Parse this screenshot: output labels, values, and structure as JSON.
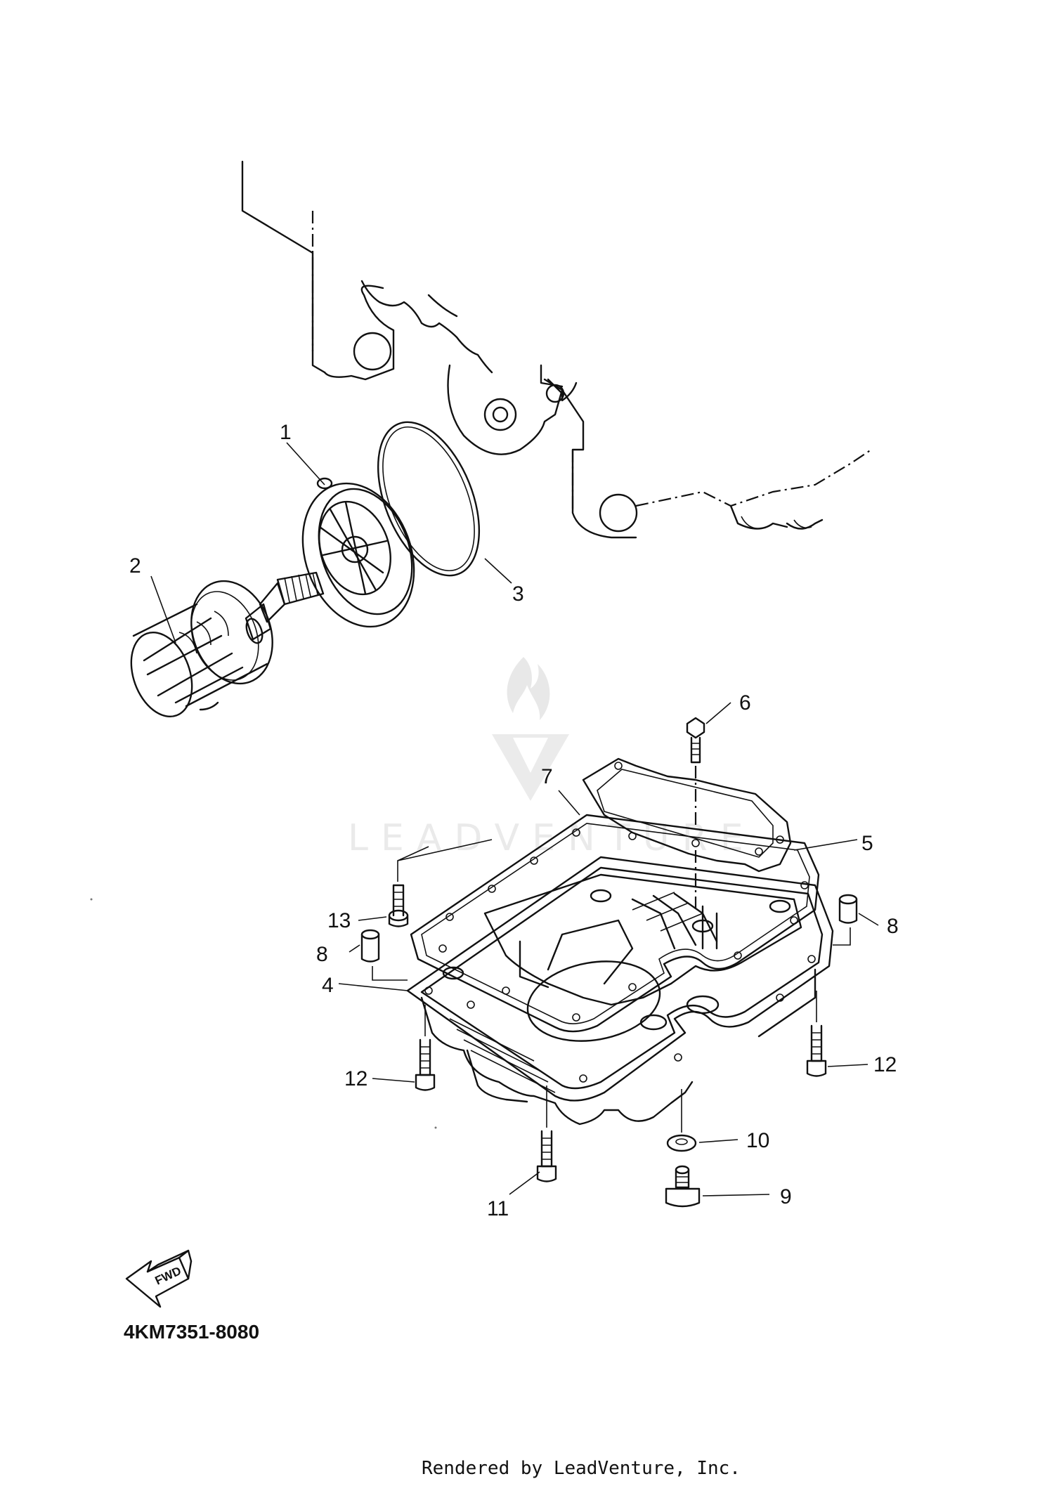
{
  "diagram": {
    "callouts": {
      "c1": "1",
      "c2": "2",
      "c3": "3",
      "c4": "4",
      "c5": "5",
      "c6": "6",
      "c7": "7",
      "c8a": "8",
      "c8b": "8",
      "c9": "9",
      "c10": "10",
      "c11": "11",
      "c12a": "12",
      "c12b": "12",
      "c13": "13"
    },
    "fwd_label": "FWD",
    "part_number": "4KM7351-8080",
    "watermark": "LEADVENTURE",
    "footer": "Rendered by LeadVenture, Inc."
  }
}
